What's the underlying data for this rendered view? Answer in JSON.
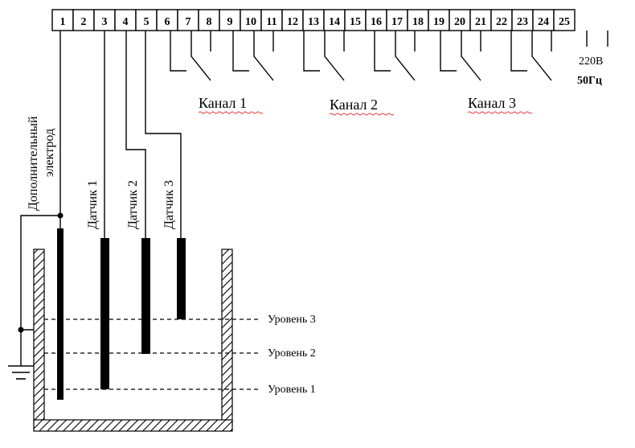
{
  "terminals": [
    "1",
    "2",
    "3",
    "4",
    "5",
    "6",
    "7",
    "8",
    "9",
    "10",
    "11",
    "12",
    "13",
    "14",
    "15",
    "16",
    "17",
    "18",
    "19",
    "20",
    "21",
    "22",
    "23",
    "24",
    "25"
  ],
  "channels": [
    "Канал 1",
    "Канал 2",
    "Канал 3"
  ],
  "power": {
    "voltage": "220В",
    "frequency": "50Гц"
  },
  "electrode": {
    "line1": "Дополнительный",
    "line2": "электрод"
  },
  "sensors": [
    "Датчик 1",
    "Датчик 2",
    "Датчик 3"
  ],
  "levels": [
    "Уровень 3",
    "Уровень 2",
    "Уровень 1"
  ],
  "colors": {
    "ink": "#000000",
    "channel_underline": "#e04040"
  }
}
